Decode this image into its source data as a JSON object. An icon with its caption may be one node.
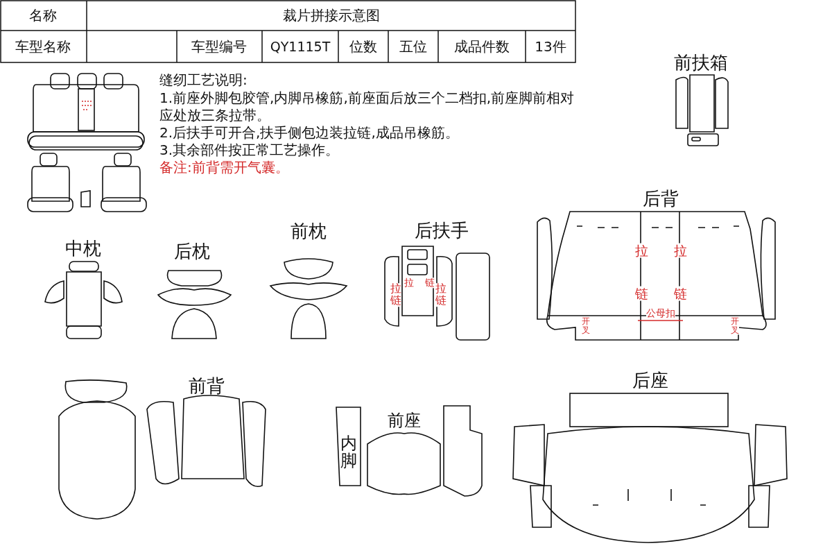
{
  "diagram": {
    "labels": [
      "名称",
      "裁片拼接示意图",
      "车型名称",
      "车型编号",
      "QY1115T",
      "位数",
      "五位",
      "成品件数",
      "13件",
      "缝纫工艺说明:",
      "1.前座外脚包胶管,内脚吊橡筋,前座面后放三个二档扣,前座脚前相对应处放三条拉带。",
      "2.后扶手可开合,扶手侧包边装拉链,成品吊橡筋。",
      "3.其余部件按正常工艺操作。",
      "备注:前背需开气囊。",
      "前扶箱",
      "后背",
      "中枕",
      "后枕",
      "前枕",
      "后扶手",
      "拉链",
      "拉",
      "链",
      "拉链",
      "拉",
      "拉",
      "链",
      "链",
      "公母扣",
      "开叉",
      "开叉",
      "前背",
      "后座",
      "前座",
      "内脚"
    ]
  }
}
